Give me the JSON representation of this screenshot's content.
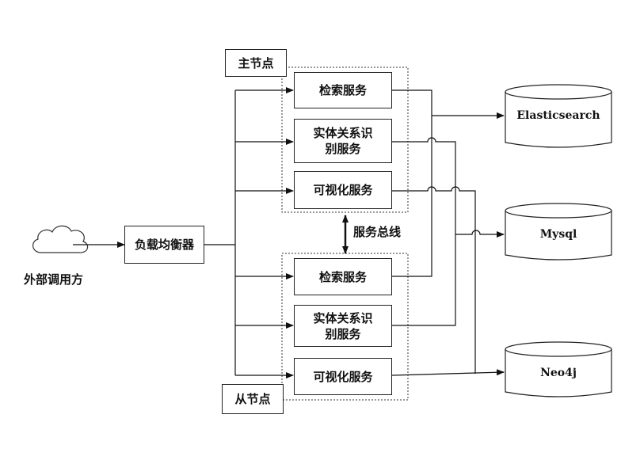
{
  "client": {
    "label": "外部调用方",
    "icon": "cloud-icon"
  },
  "load_balancer": {
    "label": "负载均衡器"
  },
  "master_node": {
    "label": "主节点",
    "services": [
      {
        "id": "search",
        "label": "检索服务"
      },
      {
        "id": "entity",
        "label": "实体关系识别服务"
      },
      {
        "id": "viz",
        "label": "可视化服务"
      }
    ]
  },
  "slave_node": {
    "label": "从节点",
    "services": [
      {
        "id": "search",
        "label": "检索服务"
      },
      {
        "id": "entity",
        "label": "实体关系识别服务"
      },
      {
        "id": "viz",
        "label": "可视化服务"
      }
    ]
  },
  "service_bus": {
    "label": "服务总线"
  },
  "databases": [
    {
      "id": "elasticsearch",
      "label": "Elasticsearch",
      "icon": "database-icon"
    },
    {
      "id": "mysql",
      "label": "Mysql",
      "icon": "database-icon"
    },
    {
      "id": "neo4j",
      "label": "Neo4j",
      "icon": "database-icon"
    }
  ]
}
